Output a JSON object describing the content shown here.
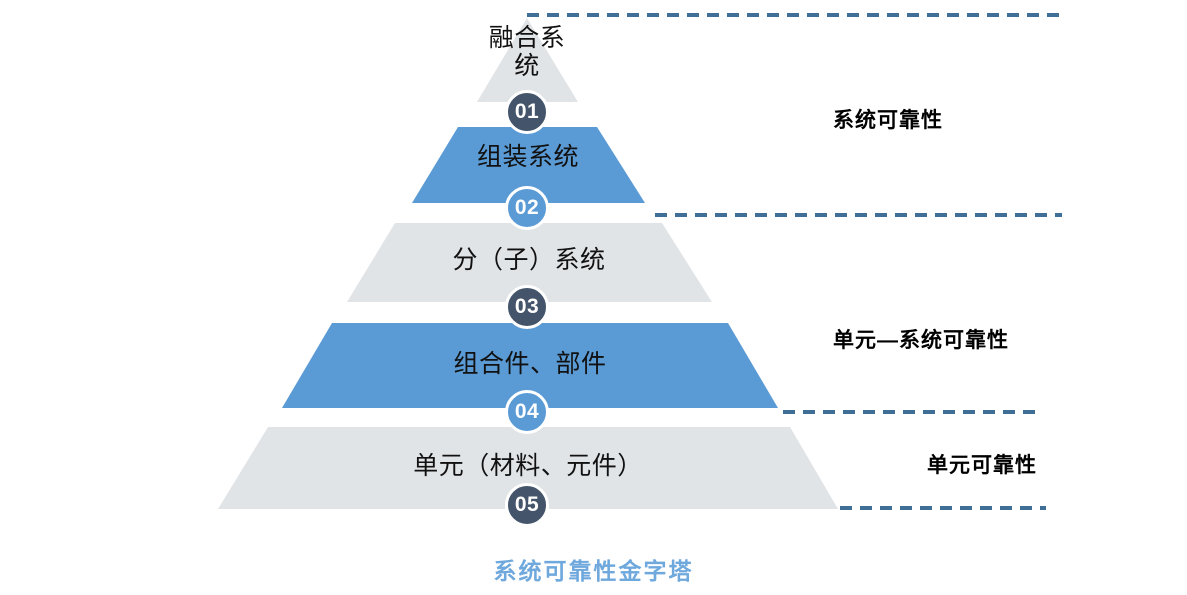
{
  "chart_data": {
    "type": "pyramid",
    "title": "系统可靠性金字塔",
    "title_color": "#6FA8DC",
    "orientation": "apex-up",
    "legend": "none",
    "grid": false,
    "palette": {
      "blue": "#5B9BD5",
      "gray": "#E1E4E7",
      "badge_dark": "#44546A",
      "badge_blue": "#5B9BD5",
      "dash_line": "#3F6E96",
      "text": "#111111",
      "side_text": "#000000"
    },
    "levels": [
      {
        "number": "01",
        "label": "融合系\n统",
        "fill": "#E1E4E7",
        "badge_style": "dark",
        "rank": 1
      },
      {
        "number": "02",
        "label": "组装系统",
        "fill": "#5B9BD5",
        "badge_style": "blue",
        "rank": 2
      },
      {
        "number": "03",
        "label": "分（子）系统",
        "fill": "#E1E4E7",
        "badge_style": "dark",
        "rank": 3
      },
      {
        "number": "04",
        "label": "组合件、部件",
        "fill": "#5B9BD5",
        "badge_style": "blue",
        "rank": 4
      },
      {
        "number": "05",
        "label": "单元（材料、元件）",
        "fill": "#E1E4E7",
        "badge_style": "dark",
        "rank": 5
      }
    ],
    "annotations": [
      {
        "text": "系统可靠性",
        "covers": [
          "01",
          "02"
        ]
      },
      {
        "text": "单元—系统可靠性",
        "covers": [
          "03",
          "04"
        ]
      },
      {
        "text": "单元可靠性",
        "covers": [
          "05"
        ]
      }
    ],
    "connector_lines": 4
  },
  "diagram": {
    "levels": {
      "l1": {
        "number": "01",
        "label": "融合系\n统"
      },
      "l2": {
        "number": "02",
        "label": "组装系统"
      },
      "l3": {
        "number": "03",
        "label": "分（子）系统"
      },
      "l4": {
        "number": "04",
        "label": "组合件、部件"
      },
      "l5": {
        "number": "05",
        "label": "单元（材料、元件）"
      }
    },
    "side_labels": {
      "top": "系统可靠性",
      "middle": "单元—系统可靠性",
      "bottom": "单元可靠性"
    },
    "title": "系统可靠性金字塔"
  }
}
